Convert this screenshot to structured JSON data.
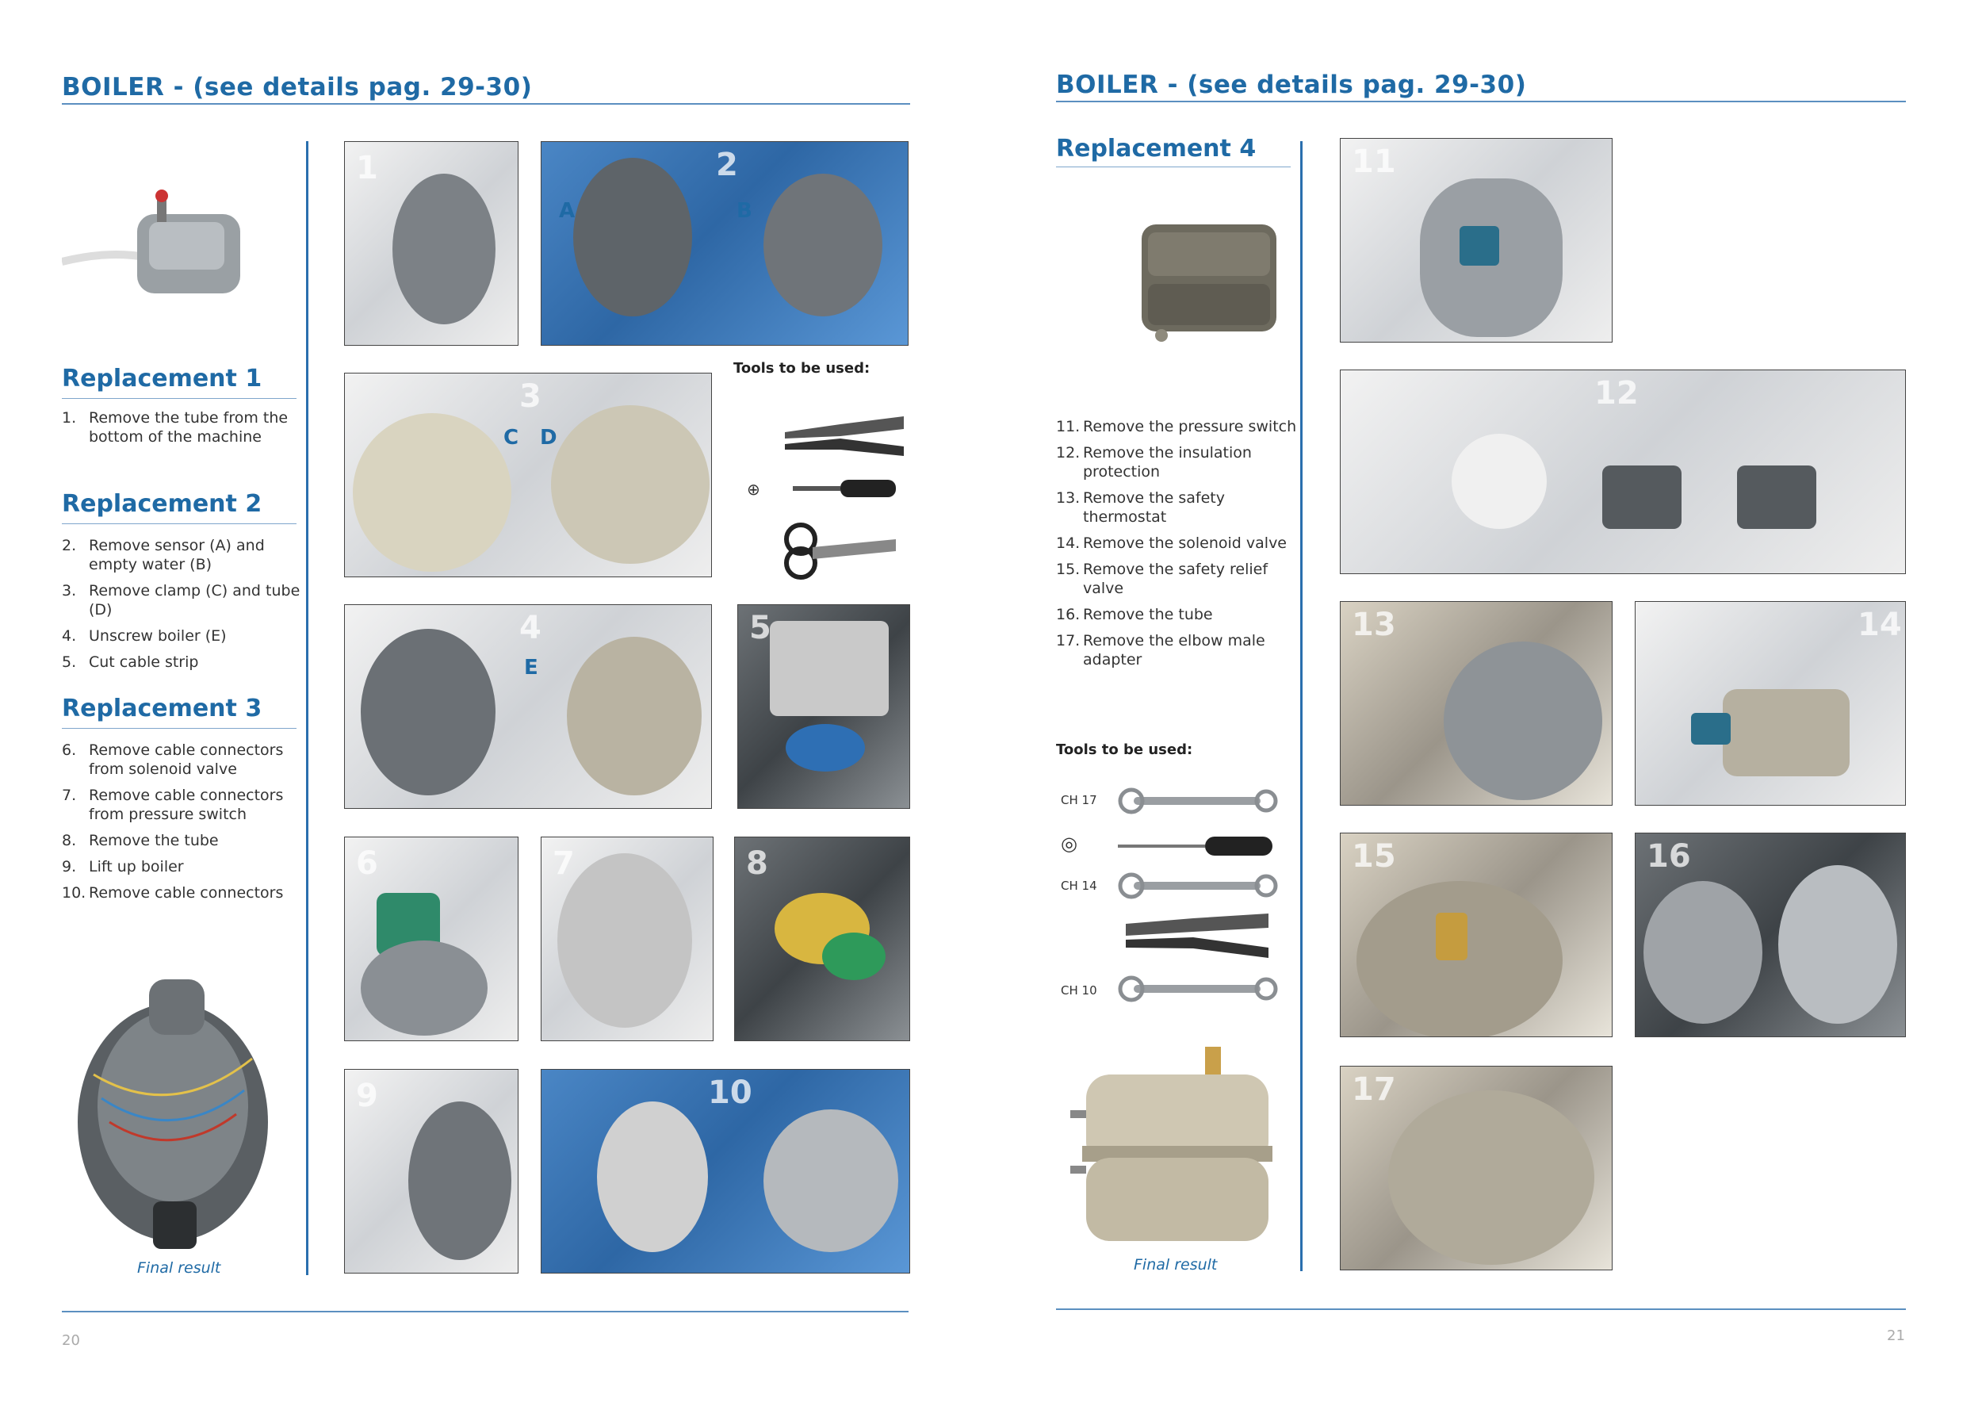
{
  "left": {
    "title": "BOILER - (see details pag. 29-30)",
    "sections": [
      {
        "heading": "Replacement 1",
        "steps": [
          {
            "n": "1.",
            "text": "Remove the tube from the bottom of the machine"
          }
        ]
      },
      {
        "heading": "Replacement 2",
        "steps": [
          {
            "n": "2.",
            "text": "Remove sensor (A) and empty water (B)"
          },
          {
            "n": "3.",
            "text": "Remove clamp (C) and tube (D)"
          },
          {
            "n": "4.",
            "text": "Unscrew boiler (E)"
          },
          {
            "n": "5.",
            "text": "Cut cable strip"
          }
        ]
      },
      {
        "heading": "Replacement 3",
        "steps": [
          {
            "n": "6.",
            "text": "Remove cable connectors from solenoid valve"
          },
          {
            "n": "7.",
            "text": "Remove cable connectors from pressure switch"
          },
          {
            "n": "8.",
            "text": "Remove the tube"
          },
          {
            "n": "9.",
            "text": "Lift up boiler"
          },
          {
            "n": "10.",
            "text": "Remove cable connectors"
          }
        ]
      }
    ],
    "final_caption": "Final result",
    "tools_title": "Tools to be used:",
    "photo_numbers": [
      "1",
      "2",
      "3",
      "4",
      "5",
      "6",
      "7",
      "8",
      "9",
      "10"
    ],
    "letters": {
      "a": "A",
      "b": "B",
      "c": "C",
      "d": "D",
      "e": "E"
    },
    "page_number": "20"
  },
  "right": {
    "title": "BOILER - (see details pag. 29-30)",
    "section_heading": "Replacement 4",
    "steps": [
      {
        "n": "11.",
        "text": "Remove the pressure switch"
      },
      {
        "n": "12.",
        "text": "Remove the insulation protection"
      },
      {
        "n": "13.",
        "text": "Remove the safety thermostat"
      },
      {
        "n": "14.",
        "text": "Remove the solenoid valve"
      },
      {
        "n": "15.",
        "text": "Remove the safety relief valve"
      },
      {
        "n": "16.",
        "text": "Remove the tube"
      },
      {
        "n": "17.",
        "text": "Remove the elbow male adapter"
      }
    ],
    "tools_title": "Tools to be used:",
    "wrench_labels": [
      "CH 17",
      "CH 14",
      "CH 10"
    ],
    "final_caption": "Final result",
    "photo_numbers": [
      "11",
      "12",
      "13",
      "14",
      "15",
      "16",
      "17"
    ],
    "page_number": "21"
  },
  "colors": {
    "accent": "#1f6aa5",
    "rule": "#5b8fc0"
  }
}
